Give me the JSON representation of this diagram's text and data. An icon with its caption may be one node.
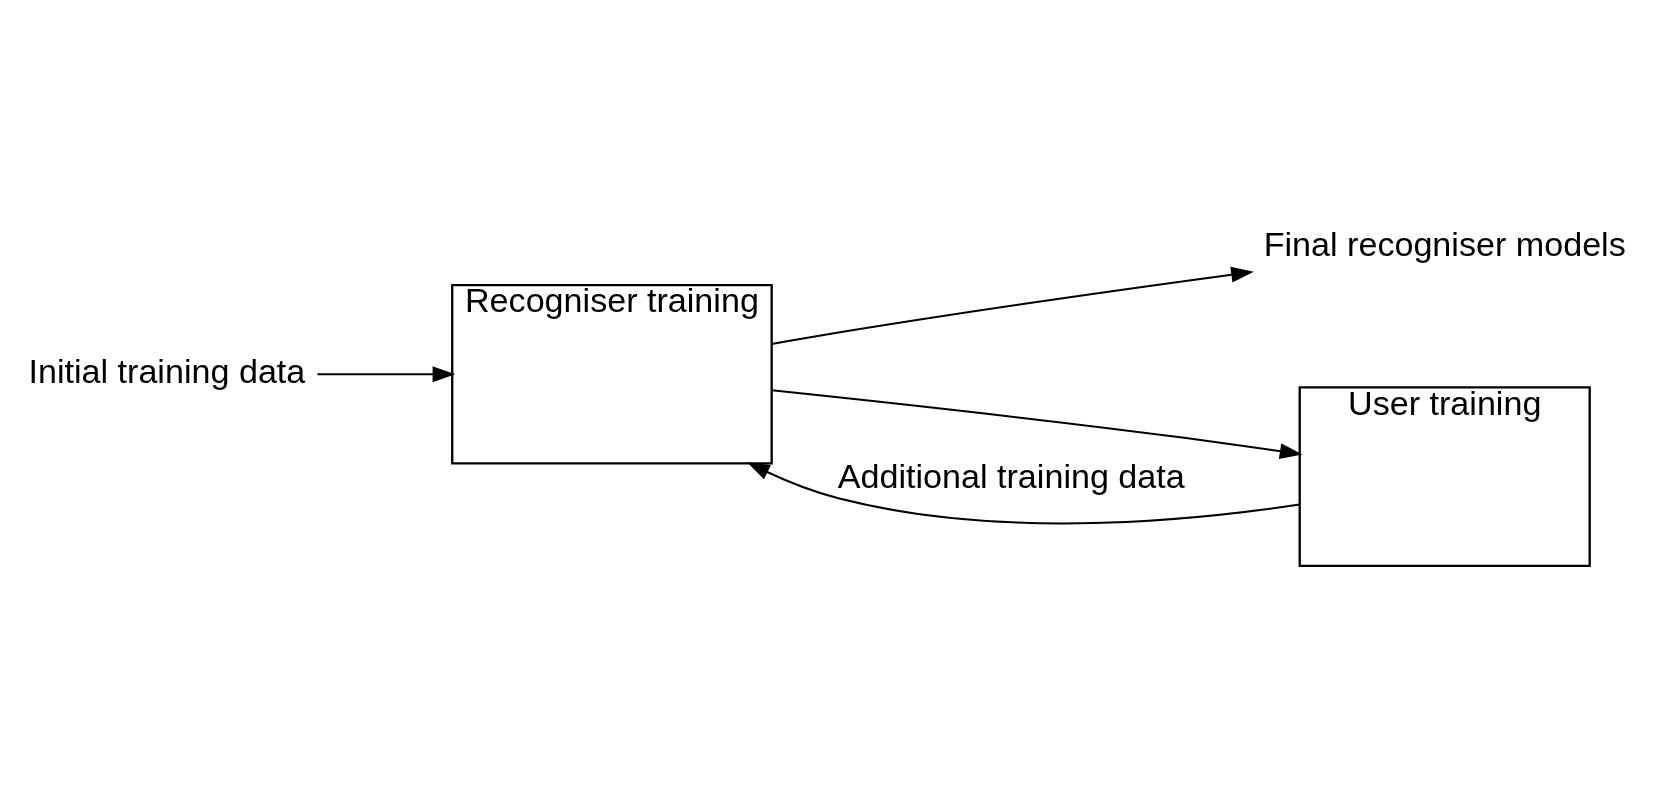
{
  "diagram": {
    "nodes": [
      {
        "text": [
          "Initial training data"
        ]
      },
      {
        "text": [
          "Recogniser training"
        ]
      },
      {
        "text": [
          "Final recogniser models"
        ]
      },
      {
        "text": [
          "User training"
        ]
      }
    ],
    "edges": [
      {
        "from": 0,
        "to": 1,
        "arrow": "to"
      },
      {
        "from": 1,
        "to": 2,
        "arrow": "to"
      },
      {
        "from": 1,
        "to": 3,
        "arrow": "to"
      },
      {
        "from": 3,
        "to": 1,
        "arrow": "to",
        "label": "Additional training data"
      }
    ]
  }
}
